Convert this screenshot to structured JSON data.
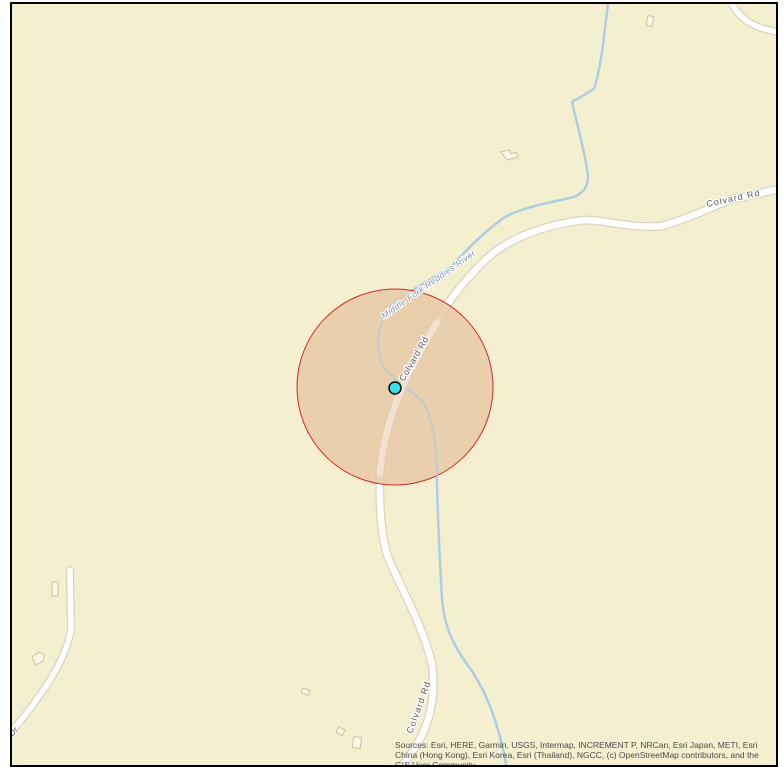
{
  "map": {
    "road_labels": {
      "colvard_east": "Colvard Rd",
      "colvard_center": "Colvard Rd",
      "colvard_south": "Colvard Rd",
      "left_edge": "Dr"
    },
    "river_label": "Middle Fork Reddies River",
    "attribution": "Sources: Esri, HERE, Garmin, USGS, Intermap, INCREMENT P, NRCan, Esri Japan, METI, Esri China (Hong Kong), Esri Korea, Esri (Thailand), NGCC, (c) OpenStreetMap contributors, and the GIS User Community",
    "colors": {
      "land": "#f3efcf",
      "road": "#ffffff",
      "road_casing": "#d9d5bd",
      "river": "#a9cde4",
      "buffer_fill": "#e8c9a6",
      "buffer_stroke": "#d9252f",
      "point_fill": "#2fe3ec",
      "building": "#fbf8e8"
    },
    "icons": {
      "location_marker": "point-marker-icon"
    }
  }
}
